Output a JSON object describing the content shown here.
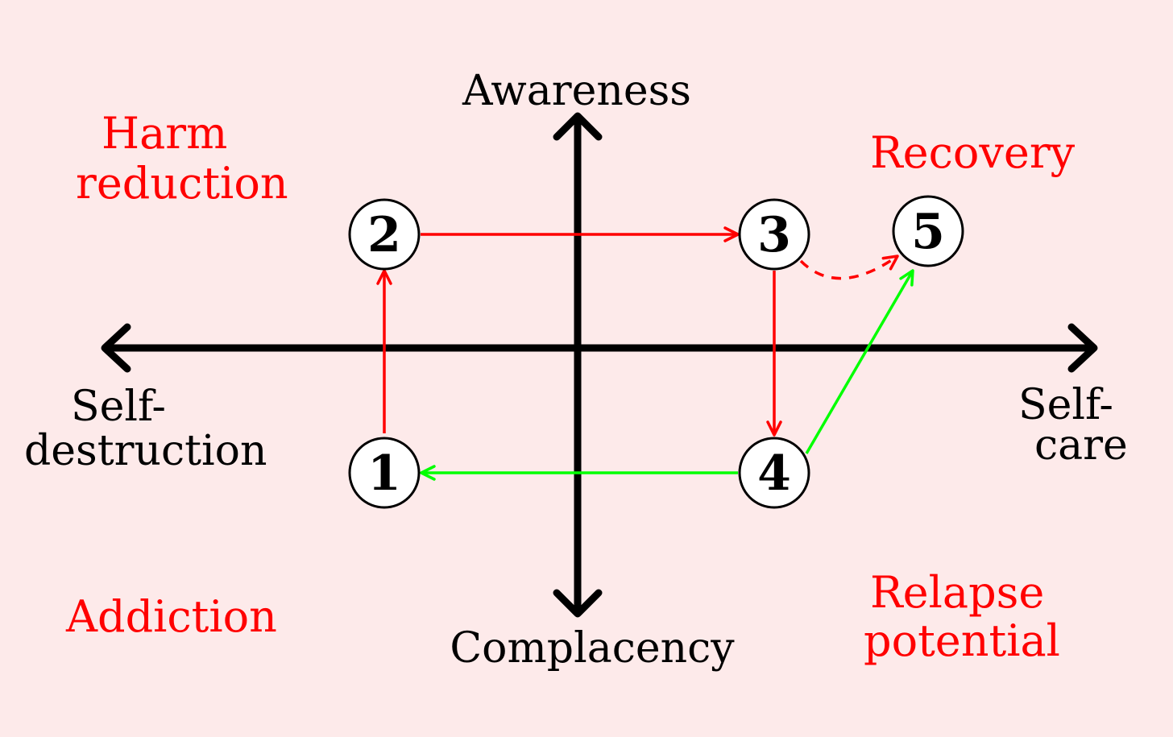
{
  "axes": {
    "top_label": "Awareness",
    "bottom_label": "Complacency",
    "left_label_line1": "Self-",
    "left_label_line2": "destruction",
    "right_label_line1": "Self-",
    "right_label_line2": "care",
    "color": "#000000"
  },
  "quadrants": {
    "top_left_line1": "Harm",
    "top_left_line2": "reduction",
    "top_right": "Recovery",
    "bottom_left": "Addiction",
    "bottom_right_line1": "Relapse",
    "bottom_right_line2": "potential",
    "color": "#ff0000"
  },
  "nodes": [
    {
      "id": "1",
      "label": "1"
    },
    {
      "id": "2",
      "label": "2"
    },
    {
      "id": "3",
      "label": "3"
    },
    {
      "id": "4",
      "label": "4"
    },
    {
      "id": "5",
      "label": "5"
    }
  ],
  "edges": [
    {
      "from": "1",
      "to": "2",
      "color": "#ff0000",
      "style": "solid"
    },
    {
      "from": "2",
      "to": "3",
      "color": "#ff0000",
      "style": "solid"
    },
    {
      "from": "3",
      "to": "4",
      "color": "#ff0000",
      "style": "solid"
    },
    {
      "from": "3",
      "to": "5",
      "color": "#ff0000",
      "style": "dashed"
    },
    {
      "from": "4",
      "to": "1",
      "color": "#00ff00",
      "style": "solid"
    },
    {
      "from": "4",
      "to": "5",
      "color": "#00ff00",
      "style": "solid"
    }
  ],
  "colors": {
    "background": "#fdeaea",
    "node_fill": "#ffffff",
    "node_stroke": "#000000"
  }
}
